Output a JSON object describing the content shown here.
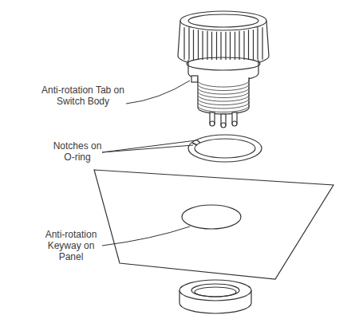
{
  "diagram": {
    "labels": [
      "Anti-rotation Tab on Switch Body",
      "Notches on O-ring",
      "Anti-rotation Keyway on Panel"
    ]
  }
}
